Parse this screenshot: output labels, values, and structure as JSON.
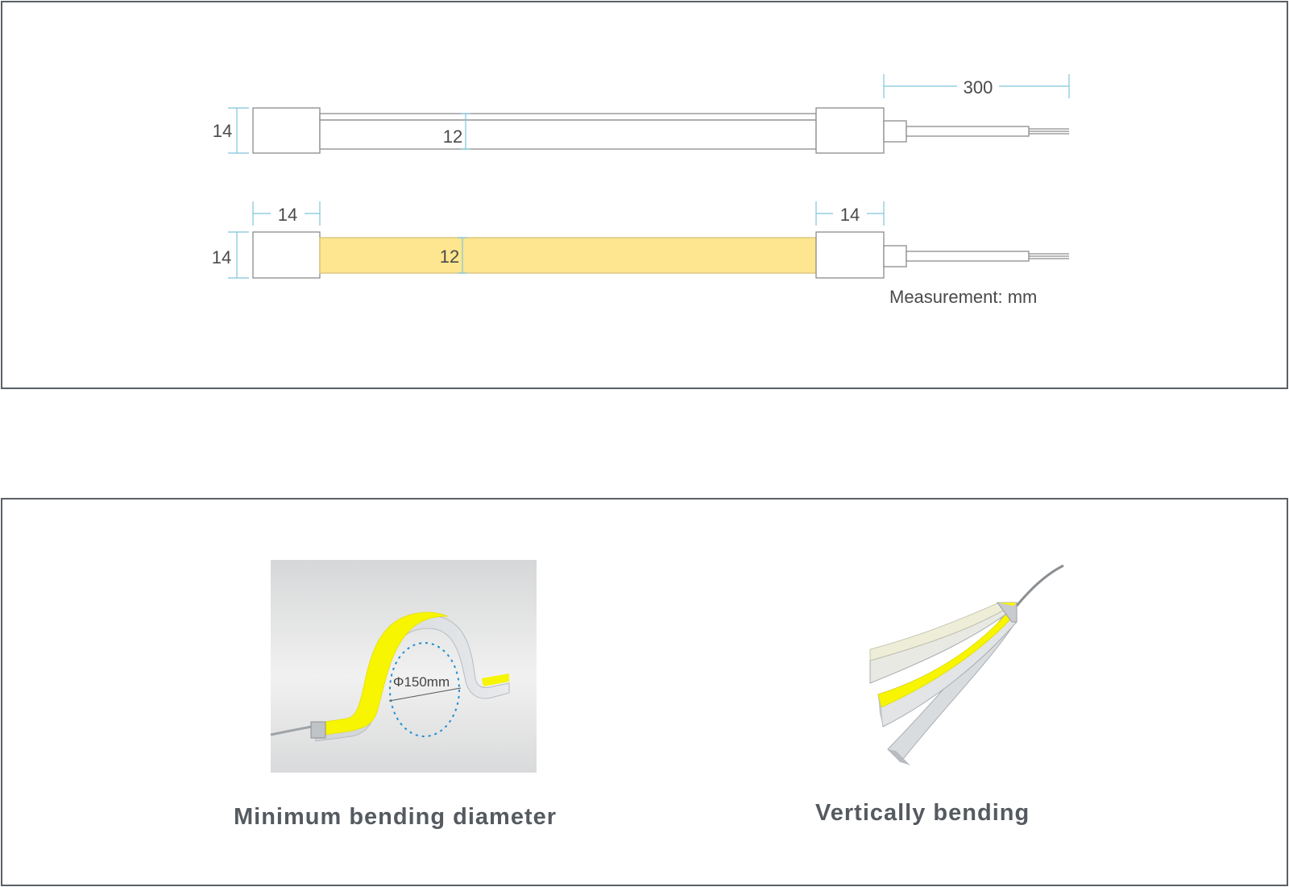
{
  "drawing": {
    "cable_length": "300",
    "end_cap_height_top": "14",
    "profile_height_top": "12",
    "end_cap_width_left": "14",
    "end_cap_width_right": "14",
    "end_cap_height_bottom": "14",
    "profile_height_bottom": "12",
    "measurement_note": "Measurement: mm"
  },
  "photos": {
    "min_bend_label": "Φ150mm",
    "min_bend_caption": "Minimum bending diameter",
    "vertical_caption": "Vertically bending"
  },
  "colors": {
    "border": "#5a5f66",
    "dimension_line": "#7fc4dc",
    "led_yellow": "#fde68f",
    "led_bright": "#f7f500",
    "outline": "#8c8c8c"
  }
}
